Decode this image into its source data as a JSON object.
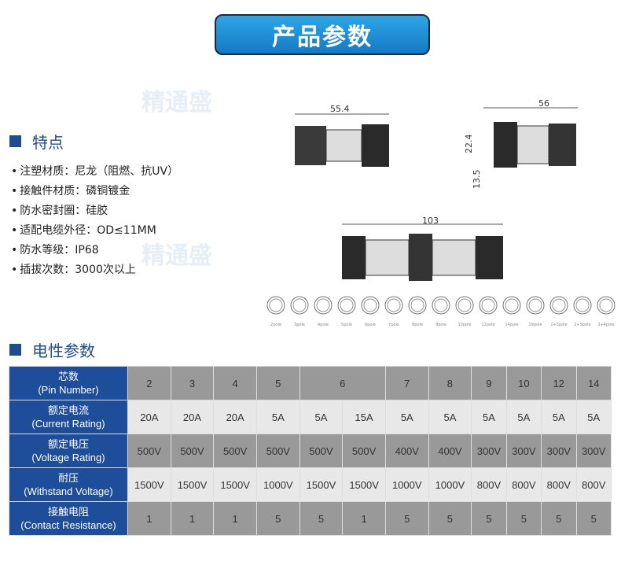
{
  "title": "产品参数",
  "features": {
    "heading": "特点",
    "items": [
      "注塑材质：尼龙（阻燃、抗UV）",
      "接触件材质：磷铜镀金",
      "防水密封圈：硅胶",
      "适配电缆外径：OD≤11MM",
      "防水等级：IP68",
      "插拔次数：3000次以上"
    ]
  },
  "dimensions": {
    "d1": "55.4",
    "d2": "56",
    "d3": "22.4",
    "d4": "13.5",
    "d5": "103"
  },
  "poles": [
    "2pole",
    "3pole",
    "4pole",
    "5pole",
    "6pole",
    "7pole",
    "8pole",
    "9pole",
    "10pole",
    "12pole",
    "14pole",
    "19pole",
    "1+5pole",
    "2+5pole",
    "3+4pole"
  ],
  "watermark": "精通盛",
  "electrical": {
    "heading": "电性参数",
    "rows": [
      {
        "label_cn": "芯数",
        "label_en": "(Pin Number)",
        "values": [
          "2",
          "3",
          "4",
          "5",
          "6",
          "7",
          "8",
          "9",
          "10",
          "12",
          "14"
        ]
      },
      {
        "label_cn": "额定电流",
        "label_en": "(Current Rating)",
        "values": [
          "20A",
          "20A",
          "20A",
          "5A",
          "5A",
          "15A",
          "5A",
          "5A",
          "5A",
          "5A",
          "5A",
          "5A"
        ]
      },
      {
        "label_cn": "额定电压",
        "label_en": "(Voltage Rating)",
        "values": [
          "500V",
          "500V",
          "500V",
          "500V",
          "500V",
          "500V",
          "400V",
          "400V",
          "300V",
          "300V",
          "300V",
          "300V"
        ]
      },
      {
        "label_cn": "耐压",
        "label_en": "(Withstand Voltage)",
        "values": [
          "1500V",
          "1500V",
          "1500V",
          "1000V",
          "1500V",
          "1500V",
          "1000V",
          "1000V",
          "800V",
          "800V",
          "800V",
          "800V"
        ]
      },
      {
        "label_cn": "接触电阻",
        "label_en": "(Contact Resistance)",
        "values": [
          "1",
          "1",
          "1",
          "5",
          "5",
          "1",
          "5",
          "5",
          "5",
          "5",
          "5",
          "5"
        ]
      }
    ]
  }
}
